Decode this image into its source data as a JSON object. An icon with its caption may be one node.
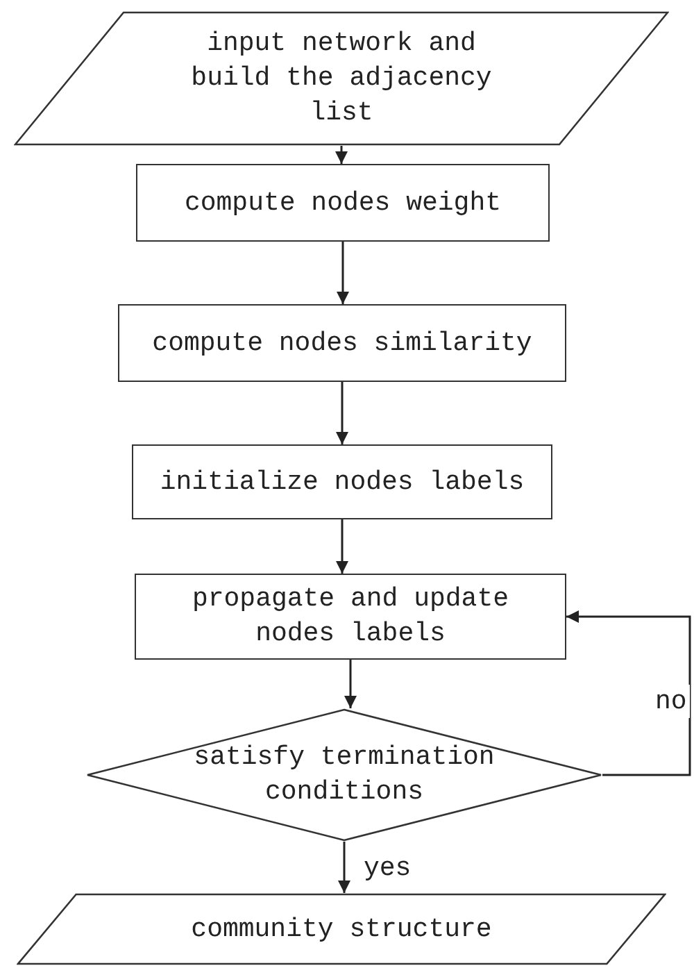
{
  "diagram": {
    "nodes": [
      {
        "text": [
          "input network and build the adjacency list"
        ]
      },
      {
        "text": [
          "compute nodes weight"
        ]
      },
      {
        "text": [
          "compute nodes similarity"
        ]
      },
      {
        "text": [
          "initialize nodes labels"
        ]
      },
      {
        "text": [
          "propagate and update nodes labels"
        ]
      },
      {
        "text": [
          "satisfy termination conditions"
        ]
      },
      {
        "text": [
          "community structure"
        ]
      }
    ],
    "edges": [
      {
        "from": 0,
        "to": 1,
        "arrow": "to"
      },
      {
        "from": 1,
        "to": 2,
        "arrow": "to"
      },
      {
        "from": 2,
        "to": 3,
        "arrow": "to"
      },
      {
        "from": 3,
        "to": 4,
        "arrow": "to"
      },
      {
        "from": 4,
        "to": 5,
        "arrow": "to"
      },
      {
        "from": 5,
        "to": 6,
        "arrow": "to",
        "label": "yes"
      },
      {
        "from": 5,
        "to": 4,
        "arrow": "to",
        "label": "no"
      }
    ]
  }
}
